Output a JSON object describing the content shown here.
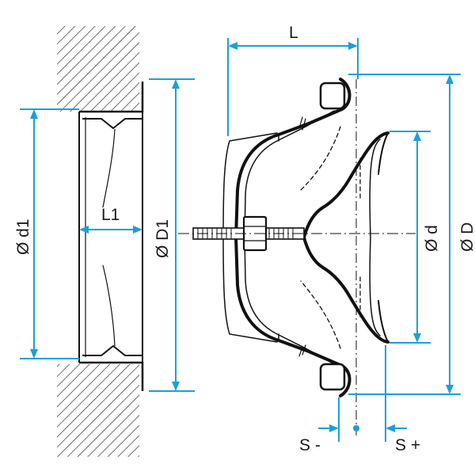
{
  "labels": {
    "L": "L",
    "L1": "L1",
    "d1": "Ø d1",
    "D1": "Ø D1",
    "d": "Ø d",
    "D": "Ø D",
    "s_minus": "S -",
    "s_plus": "S +"
  },
  "colors": {
    "dimension": "#1aa0d8",
    "outline": "#111111",
    "background": "#ffffff"
  }
}
